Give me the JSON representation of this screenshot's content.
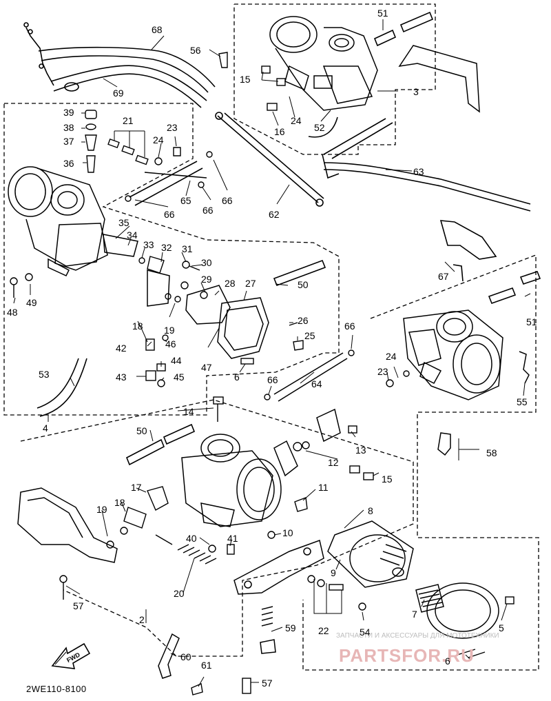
{
  "diagram": {
    "code": "2WE110-8100",
    "fwd_label": "FWD",
    "watermark": {
      "line1": "ЗАПЧАСТИ И АКСЕССУАРЫ ДЛЯ МОТОТЕХНИКИ",
      "line2": "PARTSFOR.RU"
    },
    "callouts": [
      {
        "text": "68"
      },
      {
        "text": "69"
      },
      {
        "text": "56"
      },
      {
        "text": "51"
      },
      {
        "text": "15"
      },
      {
        "text": "3"
      },
      {
        "text": "16"
      },
      {
        "text": "24"
      },
      {
        "text": "52"
      },
      {
        "text": "39"
      },
      {
        "text": "38"
      },
      {
        "text": "21"
      },
      {
        "text": "23"
      },
      {
        "text": "37"
      },
      {
        "text": "24"
      },
      {
        "text": "36"
      },
      {
        "text": "66"
      },
      {
        "text": "65"
      },
      {
        "text": "66"
      },
      {
        "text": "66"
      },
      {
        "text": "62"
      },
      {
        "text": "63"
      },
      {
        "text": "35"
      },
      {
        "text": "34"
      },
      {
        "text": "33"
      },
      {
        "text": "32"
      },
      {
        "text": "31"
      },
      {
        "text": "30"
      },
      {
        "text": "29"
      },
      {
        "text": "28"
      },
      {
        "text": "27"
      },
      {
        "text": "50"
      },
      {
        "text": "67"
      },
      {
        "text": "51"
      },
      {
        "text": "48"
      },
      {
        "text": "49"
      },
      {
        "text": "18"
      },
      {
        "text": "19"
      },
      {
        "text": "42"
      },
      {
        "text": "46"
      },
      {
        "text": "26"
      },
      {
        "text": "25"
      },
      {
        "text": "66"
      },
      {
        "text": "44"
      },
      {
        "text": "47"
      },
      {
        "text": "6"
      },
      {
        "text": "24"
      },
      {
        "text": "23"
      },
      {
        "text": "55"
      },
      {
        "text": "43"
      },
      {
        "text": "45"
      },
      {
        "text": "53"
      },
      {
        "text": "64"
      },
      {
        "text": "66"
      },
      {
        "text": "4"
      },
      {
        "text": "14"
      },
      {
        "text": "50"
      },
      {
        "text": "13"
      },
      {
        "text": "58"
      },
      {
        "text": "12"
      },
      {
        "text": "15"
      },
      {
        "text": "17"
      },
      {
        "text": "11"
      },
      {
        "text": "19"
      },
      {
        "text": "18"
      },
      {
        "text": "8"
      },
      {
        "text": "40"
      },
      {
        "text": "41"
      },
      {
        "text": "10"
      },
      {
        "text": "20"
      },
      {
        "text": "9"
      },
      {
        "text": "7"
      },
      {
        "text": "57"
      },
      {
        "text": "2"
      },
      {
        "text": "59"
      },
      {
        "text": "22"
      },
      {
        "text": "54"
      },
      {
        "text": "5"
      },
      {
        "text": "60"
      },
      {
        "text": "6"
      },
      {
        "text": "61"
      },
      {
        "text": "57"
      }
    ]
  }
}
